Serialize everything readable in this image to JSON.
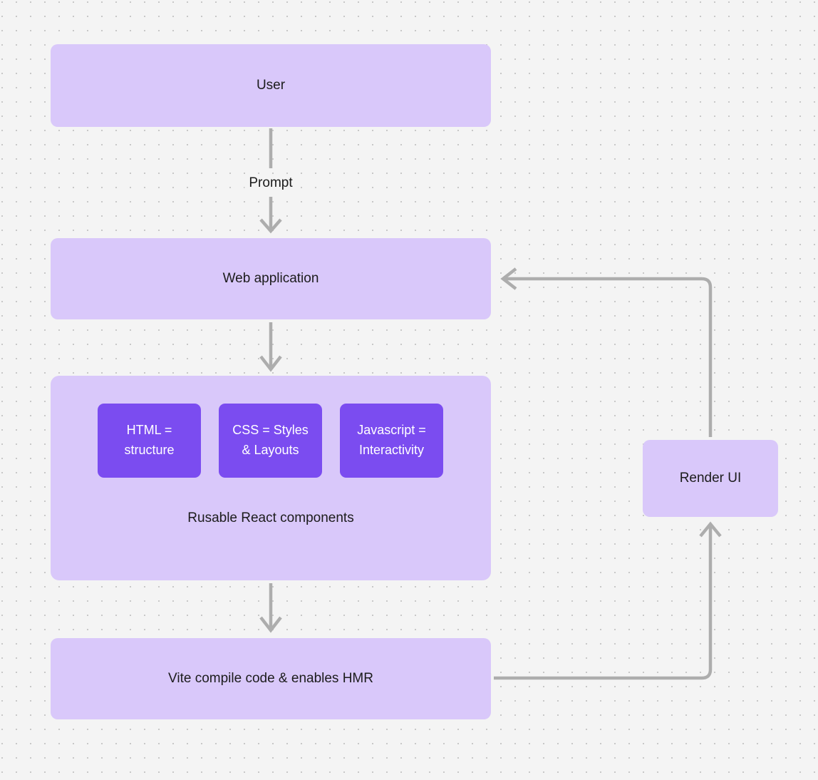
{
  "diagram": {
    "title": "React + Vite web application flow",
    "background_color": "#f4f4f4",
    "dot_color": "#c8c8c8",
    "node_fill_light": "#d9c8fa",
    "node_fill_dark": "#7b4cf0",
    "edge_color": "#adadad",
    "text_color": "#1c1c1c"
  },
  "nodes": {
    "user": {
      "label": "User"
    },
    "web_app": {
      "label": "Web application"
    },
    "components": {
      "caption": "Rusable React components",
      "chips": [
        {
          "label": "HTML =\nstructure",
          "line1": "HTML =",
          "line2": "structure"
        },
        {
          "label": "CSS = Styles\n& Layouts",
          "line1": "CSS = Styles",
          "line2": "& Layouts"
        },
        {
          "label": "Javascript =\nInteractivity",
          "line1": "Javascript =",
          "line2": "Interactivity"
        }
      ]
    },
    "vite": {
      "label": "Vite compile code & enables HMR"
    },
    "render_ui": {
      "label": "Render UI"
    }
  },
  "edges": [
    {
      "id": "user-to-web-app",
      "label": "Prompt",
      "from": "user",
      "to": "web_app",
      "direction": "down"
    },
    {
      "id": "web-app-to-components",
      "label": "",
      "from": "web_app",
      "to": "components",
      "direction": "down"
    },
    {
      "id": "components-to-vite",
      "label": "",
      "from": "components",
      "to": "vite",
      "direction": "down"
    },
    {
      "id": "vite-to-render-ui",
      "label": "",
      "from": "vite",
      "to": "render_ui",
      "direction": "up"
    },
    {
      "id": "render-ui-to-web-app",
      "label": "",
      "from": "render_ui",
      "to": "web_app",
      "direction": "left"
    }
  ]
}
